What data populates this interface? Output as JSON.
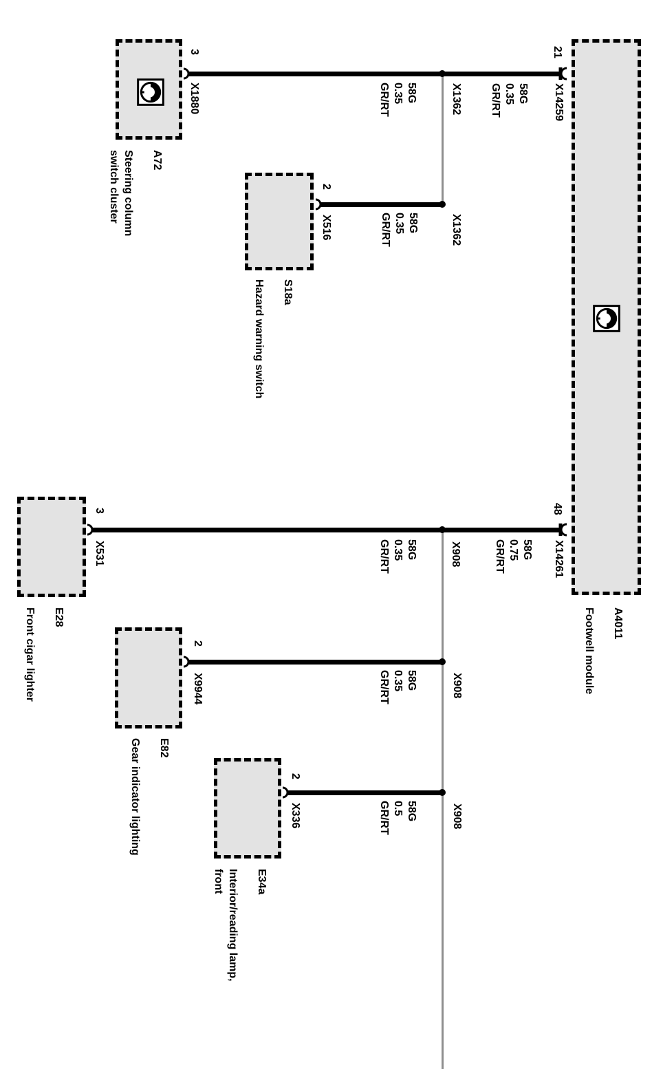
{
  "palette": {
    "box_fill": "#e3e3e3",
    "wire_color": "#000000",
    "bus_color": "#8f8f8f"
  },
  "components": {
    "a72": {
      "code": "A72",
      "name": "Steering column\nswitch cluster",
      "pin": "3",
      "connector": "X1880"
    },
    "s18a": {
      "code": "S18a",
      "name": "Hazard warning switch",
      "pin": "2",
      "connector": "X516"
    },
    "e28": {
      "code": "E28",
      "name": "Front cigar lighter",
      "pin": "3",
      "connector": "X531"
    },
    "e82": {
      "code": "E82",
      "name": "Gear indicator lighting",
      "pin": "2",
      "connector": "X9944"
    },
    "e34a": {
      "code": "E34a",
      "name": "Interior/reading lamp,\nfront",
      "pin": "2",
      "connector": "X336"
    },
    "a4011": {
      "code": "A4011",
      "name": "Footwell module",
      "pin_top": "21",
      "connector_top": "X14259",
      "pin_bottom": "48",
      "connector_bottom": "X14261"
    }
  },
  "wires": {
    "a72_to_module": {
      "label_left": "58G\n0.35\nGR/RT",
      "junction": "X1362",
      "label_right": "58G\n0.35\nGR/RT"
    },
    "s18a_to_junction": {
      "label": "58G\n0.35\nGR/RT",
      "junction": "X1362"
    },
    "e28_to_module": {
      "label_left": "58G\n0.35\nGR/RT",
      "junction": "X908",
      "label_right": "58G\n0.75\nGR/RT"
    },
    "e82_to_junction": {
      "label": "58G\n0.35\nGR/RT",
      "junction": "X908"
    },
    "e34a_to_junction": {
      "label": "58G\n0.5\nGR/RT",
      "junction": "X908"
    }
  },
  "icons": {
    "a72": "control-unit-icon",
    "a4011": "control-unit-icon"
  }
}
